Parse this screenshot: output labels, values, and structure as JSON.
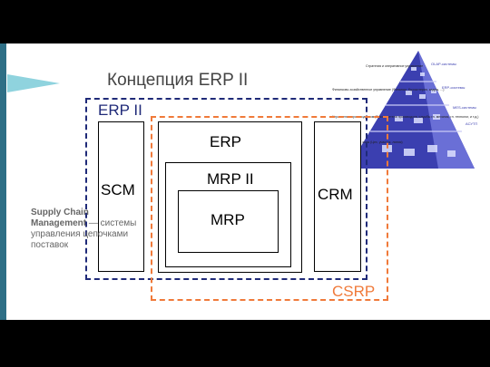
{
  "title": "Концепция ERP II",
  "labels": {
    "erp2": "ERP II",
    "erp": "ERP",
    "mrp2": "MRP II",
    "mrp": "MRP",
    "scm": "SCM",
    "crm": "CRM",
    "csrp": "CSRP"
  },
  "note": {
    "bold": "Supply Chain Management",
    "rest": " — системы управления цепочками поставок"
  },
  "pyramid": {
    "left_labels": [
      "Стратегия и оперативное управление",
      "Финансово-хозяйственное управление (Финансы, Бухгалтерия, кадры, ...)",
      "Управление производством (Руководители производств, службы гл. механик, гл. технолог, и т.д.)",
      "Производственные зоны (Цех, участок, линия)"
    ],
    "right_labels": [
      "OLAP-системы",
      "ERP-системы",
      "MES-системы",
      "АСУТП"
    ]
  },
  "colors": {
    "accent_strip": "#2e6f86",
    "erp2_dash": "#1f2a78",
    "csrp_dash": "#f07a3a",
    "pyramid": "#3b3fb0"
  }
}
